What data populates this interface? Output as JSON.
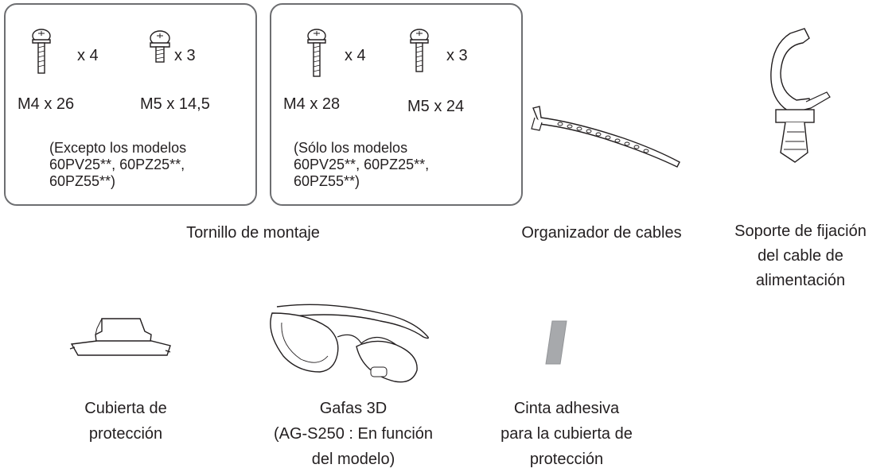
{
  "box1": {
    "screw_a_qty": "x 4",
    "screw_b_qty": "x 3",
    "screw_a_size": "M4 x 26",
    "screw_b_size": "M5 x 14,5",
    "note": [
      "(Excepto los modelos",
      "60PV25**, 60PZ25**,",
      "60PZ55**)"
    ]
  },
  "box2": {
    "screw_a_qty": "x 4",
    "screw_b_qty": "x 3",
    "screw_a_size": "M4 x 28",
    "screw_b_size": "M5 x 24",
    "note": [
      "(Sólo los modelos",
      "60PV25**, 60PZ25**,",
      "60PZ55**)"
    ]
  },
  "captions": {
    "screws": "Tornillo de montaje",
    "cable_organizer": "Organizador de cables",
    "power_cable_holder": [
      "Soporte de fijación",
      "del cable de",
      "alimentación"
    ],
    "protection_cover": [
      "Cubierta de",
      "protección"
    ],
    "glasses": [
      "Gafas 3D",
      "(AG-S250 : En función",
      "del modelo)"
    ],
    "adhesive_tape": [
      "Cinta adhesiva",
      "para la cubierta de",
      "protección"
    ]
  }
}
